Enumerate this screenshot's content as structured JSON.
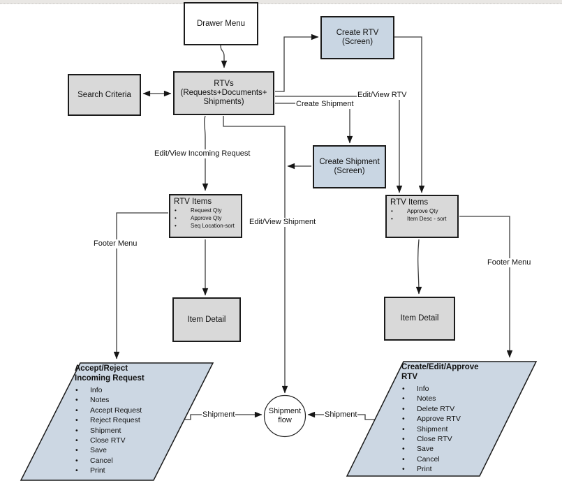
{
  "nodes": {
    "drawer_menu": {
      "label": "Drawer Menu"
    },
    "search_criteria": {
      "label": "Search Criteria"
    },
    "rtvs": {
      "line1": "RTVs",
      "line2": "(Requests+Documents+",
      "line3": "Shipments)"
    },
    "create_rtv_screen": {
      "line1": "Create RTV",
      "line2": "(Screen)"
    },
    "create_shipment_screen": {
      "line1": "Create Shipment",
      "line2": "(Screen)"
    },
    "rtv_items_left": {
      "title": "RTV Items",
      "bullets": [
        "Request Qty",
        "Approve Qty",
        "Seq Location-sort"
      ]
    },
    "rtv_items_right": {
      "title": "RTV Items",
      "bullets": [
        "Approve Qty",
        "Item Desc - sort"
      ]
    },
    "item_detail_left": {
      "label": "Item Detail"
    },
    "item_detail_right": {
      "label": "Item Detail"
    },
    "shipment_flow": {
      "line1": "Shipment",
      "line2": "flow"
    },
    "accept_reject_menu": {
      "title_line1": "Accept/Reject",
      "title_line2": "Incoming Request",
      "bullets": [
        "Info",
        "Notes",
        "Accept Request",
        "Reject Request",
        "Shipment",
        "Close RTV",
        "Save",
        "Cancel",
        "Print"
      ]
    },
    "create_edit_approve_menu": {
      "title_line1": "Create/Edit/Approve",
      "title_line2": "RTV",
      "bullets": [
        "Info",
        "Notes",
        "Delete RTV",
        "Approve RTV",
        "Shipment",
        "Close RTV",
        "Save",
        "Cancel",
        "Print"
      ]
    }
  },
  "edge_labels": {
    "edit_view_rtv": "Edit/View RTV",
    "create_shipment": "Create Shipment",
    "edit_view_incoming_request": "Edit/View Incoming Request",
    "edit_view_shipment": "Edit/View Shipment",
    "footer_menu_left": "Footer Menu",
    "footer_menu_right": "Footer Menu",
    "shipment_left": "Shipment",
    "shipment_right": "Shipment"
  },
  "colors": {
    "box_gray": "#d9d9d9",
    "box_blue": "#c9d6e3",
    "parallelogram_blue": "#ccd7e3",
    "box_border": "#1b1b1b",
    "connector": "#3c3c3c",
    "topbar": "#e9e7e4"
  }
}
